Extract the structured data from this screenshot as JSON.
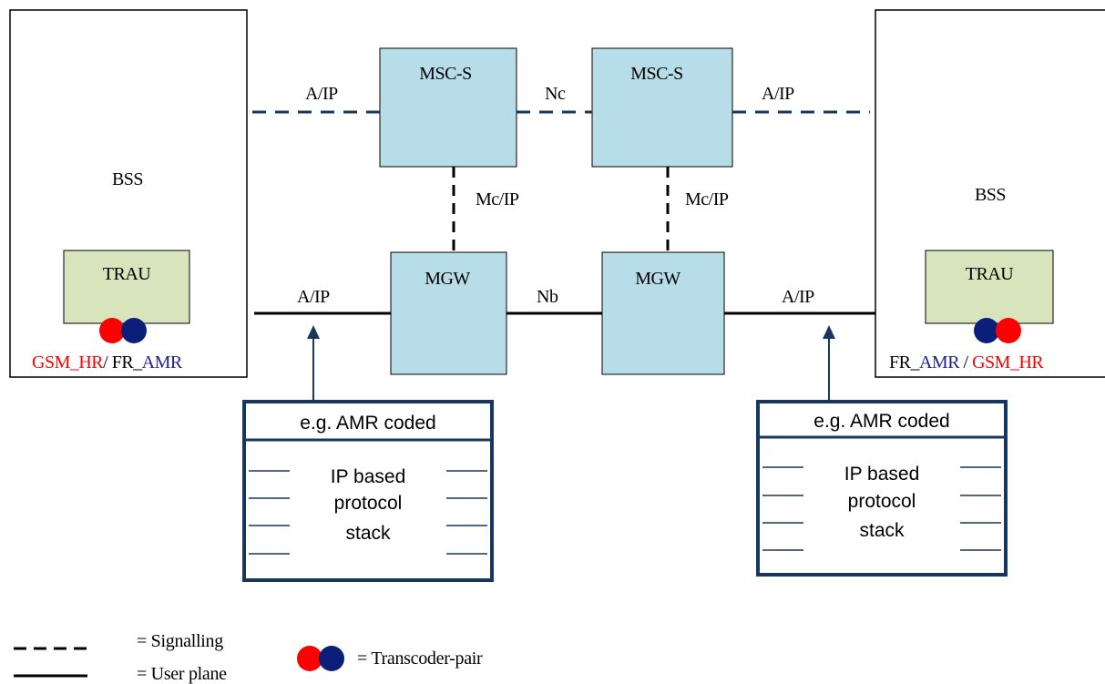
{
  "bss_left": {
    "label": "BSS",
    "trau_label": "TRAU",
    "codec_red": "GSM_HR",
    "codec_sep": "/ ",
    "codec_prefix": "FR_",
    "codec_blue": "AMR"
  },
  "bss_right": {
    "label": "BSS",
    "trau_label": "TRAU",
    "codec_prefix": "FR_",
    "codec_blue": "AMR",
    "codec_sep": " / ",
    "codec_red": "GSM_HR"
  },
  "msc_left": {
    "label": "MSC-S"
  },
  "msc_right": {
    "label": "MSC-S"
  },
  "mgw_left": {
    "label": "MGW"
  },
  "mgw_right": {
    "label": "MGW"
  },
  "links": {
    "a_ip_sig_left": "A/IP",
    "nc": "Nc",
    "a_ip_sig_right": "A/IP",
    "mc_ip_left": "Mc/IP",
    "mc_ip_right": "Mc/IP",
    "a_ip_user_left": "A/IP",
    "nb": "Nb",
    "a_ip_user_right": "A/IP"
  },
  "stack_left": {
    "header": "e.g. AMR coded",
    "line1": "IP based",
    "line2": "protocol",
    "line3": "stack"
  },
  "stack_right": {
    "header": "e.g. AMR coded",
    "line1": "IP based",
    "line2": "protocol",
    "line3": "stack"
  },
  "legend": {
    "signalling": "= Signalling",
    "user_plane": "= User plane",
    "transcoder": "= Transcoder-pair"
  },
  "colors": {
    "node_fill": "#b7dde8",
    "trau_fill": "#d7e4bc",
    "signal_line": "#17375e",
    "stack_border": "#17375e",
    "codec_red": "#ff0000",
    "codec_blue": "#1f1f8f",
    "circle_red": "#ff0000",
    "circle_blue": "#0b1f7a"
  }
}
